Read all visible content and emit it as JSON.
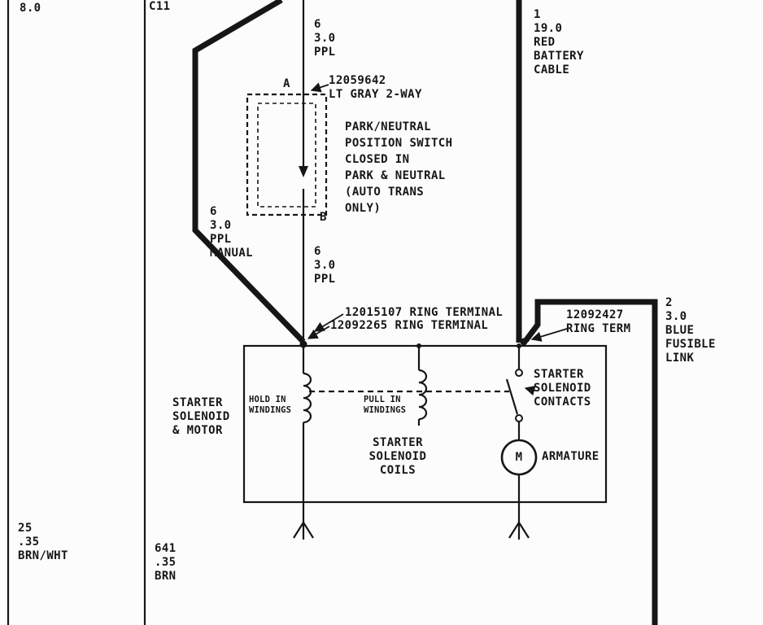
{
  "diagram": {
    "colors": {
      "ink": "#161616",
      "paper": "#fcfcfc"
    },
    "left_wires": {
      "wire1_top_gauge": "8.0",
      "wire1_bottom": "25\n.35\nBRN/WHT",
      "wire2_top_connector": "C11",
      "wire2_bottom": "641\n.35\nBRN"
    },
    "ppl_circuit": {
      "wire_top": "6\n3.0\nPPL",
      "wire_manual": "6\n3.0\nPPL\nMANUAL",
      "wire_below_switch": "6\n3.0\nPPL",
      "switch_connector": "12059642\nLT GRAY 2-WAY",
      "pin_a": "A",
      "pin_b": "B",
      "switch_note": "PARK/NEUTRAL\nPOSITION SWITCH\nCLOSED IN\nPARK & NEUTRAL\n(AUTO TRANS\nONLY)"
    },
    "terminals": {
      "ring_terminal_1": "12015107 RING TERMINAL",
      "ring_terminal_2": "12092265 RING TERMINAL",
      "ring_term_right": "12092427\nRING TERM"
    },
    "battery": {
      "cable": "1\n19.0\nRED\nBATTERY\nCABLE",
      "fusible_link": "2\n3.0\nBLUE\nFUSIBLE\nLINK"
    },
    "solenoid": {
      "unit": "STARTER\nSOLENOID\n& MOTOR",
      "hold_in": "HOLD IN\nWINDINGS",
      "pull_in": "PULL IN\nWINDINGS",
      "contacts": "STARTER\nSOLENOID\nCONTACTS",
      "coils": "STARTER\nSOLENOID\nCOILS",
      "armature": "ARMATURE",
      "motor": "M"
    }
  }
}
